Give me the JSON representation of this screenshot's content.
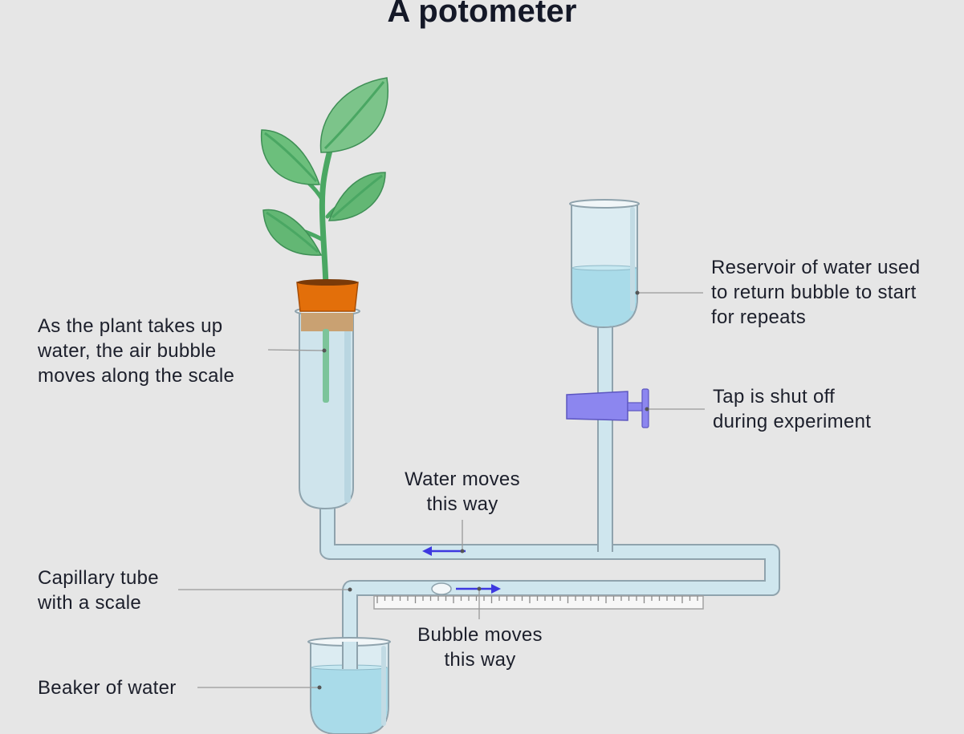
{
  "title": "A potometer",
  "labels": {
    "bubble_scale": "As the plant takes up\nwater, the air bubble\nmoves along the scale",
    "reservoir": "Reservoir of water used\nto return bubble to start\nfor repeats",
    "tap": "Tap is shut off\nduring experiment",
    "water_moves": "Water moves\nthis way",
    "capillary": "Capillary tube\nwith a scale",
    "bubble_moves": "Bubble moves\nthis way",
    "beaker": "Beaker of water"
  },
  "colors": {
    "background": "#e6e6e6",
    "water": "#a9dbe9",
    "glass": "#cfe6ee",
    "tube_outline": "#8fa3ad",
    "leaf": "#5fbb73",
    "stem": "#4aa763",
    "pot": "#e36f0a",
    "bung": "#c9a172",
    "tap": "#8c86ef",
    "arrow": "#3d38e0"
  }
}
